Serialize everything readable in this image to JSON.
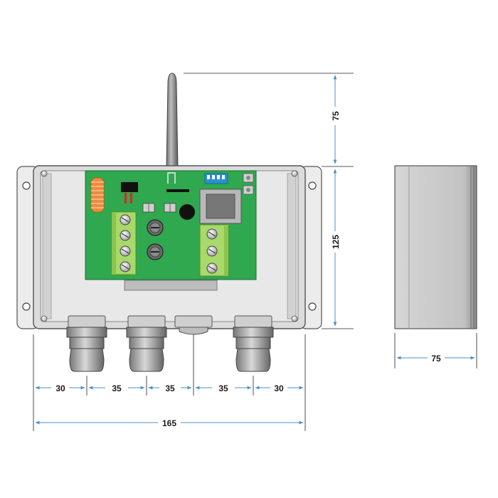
{
  "dimensions": {
    "antenna_height": "75",
    "box_height": "125",
    "side_depth": "75",
    "overall_width": "165",
    "spacing": [
      "30",
      "35",
      "35",
      "35",
      "30"
    ]
  },
  "colors": {
    "enclosure": "#e3e3e3",
    "enclosure_edge": "#555555",
    "pcb": "#2fa84f",
    "terminal_block": "#a8d96a",
    "dip_switch": "#2b8fd6",
    "dimension_line": "#4a90c8",
    "coil": "#f08a3c"
  }
}
